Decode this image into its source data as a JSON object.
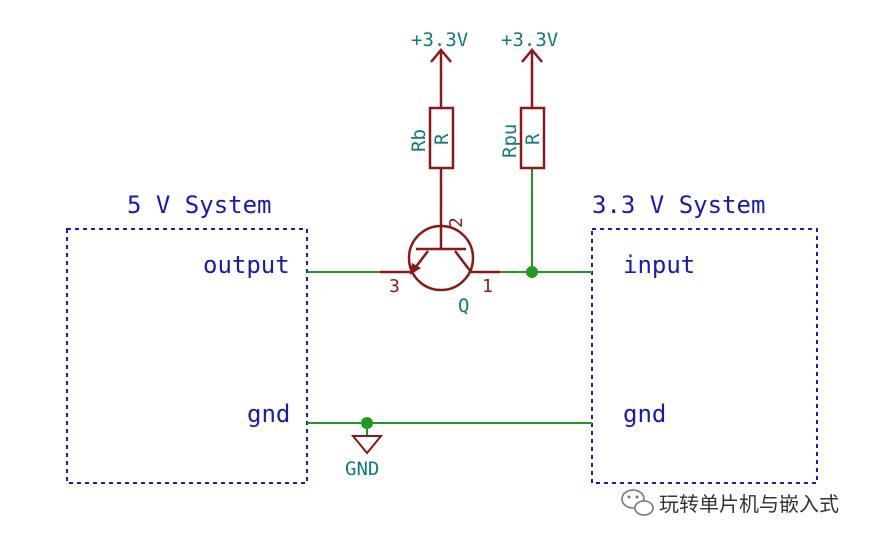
{
  "left_system": {
    "title": "5 V System",
    "pin_output": "output",
    "pin_gnd": "gnd"
  },
  "right_system": {
    "title": "3.3 V System",
    "pin_input": "input",
    "pin_gnd": "gnd"
  },
  "resistor_base": {
    "ref": "Rb",
    "value": "R",
    "supply": "+3.3V"
  },
  "resistor_pullup": {
    "ref": "Rpu",
    "value": "R",
    "supply": "+3.3V"
  },
  "transistor": {
    "ref": "Q",
    "pin_base": "2",
    "pin_emitter": "3",
    "pin_collector": "1"
  },
  "ground": {
    "label": "GND"
  },
  "watermark": {
    "text": "玩转单片机与嵌入式"
  },
  "colors": {
    "system_box": "#1a1ab0",
    "wire": "#1f9a1f",
    "component": "#8a1a1a",
    "net_label": "#0f7b7b"
  }
}
